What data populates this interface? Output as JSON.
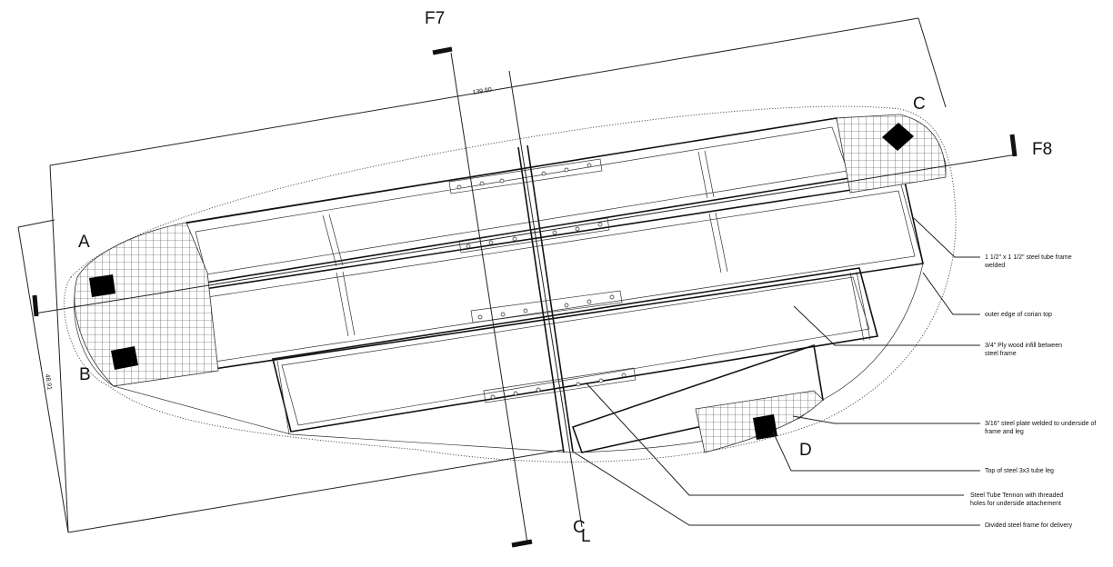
{
  "section_marks": {
    "f7": "F7",
    "f8": "F8",
    "centerline_c": "C",
    "centerline_l": "L"
  },
  "leg_labels": {
    "a": "A",
    "b": "B",
    "c": "C",
    "d": "D"
  },
  "dimensions": {
    "length": "139.80",
    "width": "48.91"
  },
  "callouts": {
    "tube_frame_line1": "1 1/2\" x 1 1/2\" steel tube frame",
    "tube_frame_line2": "welded",
    "corian_edge": "outer edge of corian top",
    "ply_infill_line1": "3/4\" Ply wood infill between",
    "ply_infill_line2": "steel frame",
    "steel_plate_line1": "3/16\" steel plate welded to underside of",
    "steel_plate_line2": "frame and leg",
    "tube_leg": "Top of steel 3x3 tube leg",
    "tennon_line1": "Steel Tube Tennon with threaded",
    "tennon_line2": "holes for underside attachement",
    "divided_frame": "Divided steel frame for delivery"
  }
}
